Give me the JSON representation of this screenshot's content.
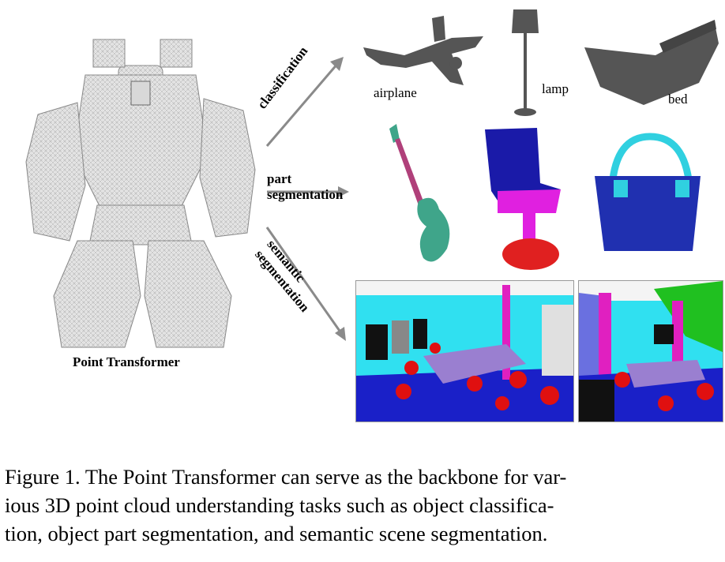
{
  "figure": {
    "robot_label": "Point Transformer",
    "tasks": {
      "classification": "classification",
      "part_line1": "part",
      "part_line2": "segmentation",
      "semantic_line1": "semantic",
      "semantic_line2": "segmentation"
    },
    "classification_objects": {
      "airplane": "airplane",
      "lamp": "lamp",
      "bed": "bed"
    }
  },
  "caption": {
    "line1": "Figure 1. The Point Transformer can serve as the backbone for var-",
    "line2": "ious 3D point cloud understanding tasks such as object classifica-",
    "line3": "tion, object part segmentation, and semantic scene segmentation."
  },
  "colors": {
    "robot_gray": "#9a9a9a",
    "point_gray": "#555555",
    "guitar_body": "#3fa58a",
    "guitar_neck": "#b0407a",
    "chair_top": "#1a1aa8",
    "chair_mid": "#e020e0",
    "chair_base": "#e02020",
    "bag_body": "#2030b0",
    "bag_handle": "#30d0e0",
    "scene_cyan": "#30e0f0",
    "scene_blue": "#1a20c8",
    "scene_red": "#e01010",
    "scene_magenta": "#e020c0"
  }
}
